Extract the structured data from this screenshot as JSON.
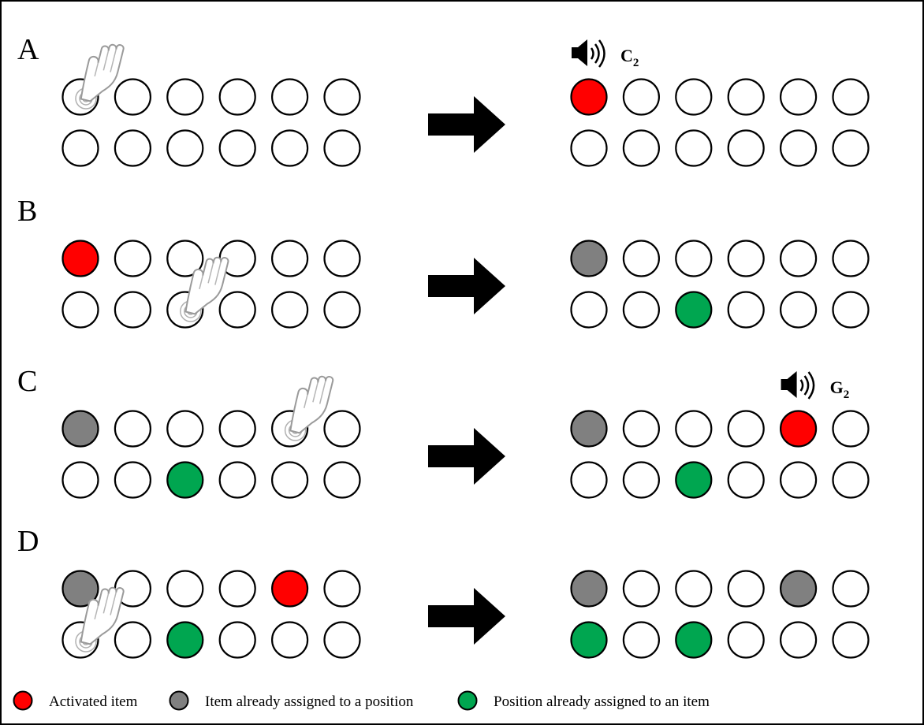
{
  "colors": {
    "activated": "#ff0000",
    "assigned_item": "#808080",
    "assigned_position": "#00a650",
    "empty": "#ffffff",
    "stroke": "#000000",
    "arrow": "#000000",
    "hand_outline": "#9a9a9a"
  },
  "icons": {
    "hand": "pointing-hand-icon",
    "speaker": "speaker-icon",
    "arrow": "right-arrow-icon"
  },
  "panels": [
    {
      "letter": "A",
      "before": [
        [
          "empty",
          "empty",
          "empty",
          "empty",
          "empty",
          "empty"
        ],
        [
          "empty",
          "empty",
          "empty",
          "empty",
          "empty",
          "empty"
        ]
      ],
      "after": [
        [
          "activated",
          "empty",
          "empty",
          "empty",
          "empty",
          "empty"
        ],
        [
          "empty",
          "empty",
          "empty",
          "empty",
          "empty",
          "empty"
        ]
      ],
      "touch": {
        "row": 0,
        "col": 0
      },
      "sound": {
        "note": "C",
        "octave": "2",
        "col": 0
      }
    },
    {
      "letter": "B",
      "before": [
        [
          "activated",
          "empty",
          "empty",
          "empty",
          "empty",
          "empty"
        ],
        [
          "empty",
          "empty",
          "empty",
          "empty",
          "empty",
          "empty"
        ]
      ],
      "after": [
        [
          "assigned_item",
          "empty",
          "empty",
          "empty",
          "empty",
          "empty"
        ],
        [
          "empty",
          "empty",
          "assigned_position",
          "empty",
          "empty",
          "empty"
        ]
      ],
      "touch": {
        "row": 1,
        "col": 2
      },
      "sound": null
    },
    {
      "letter": "C",
      "before": [
        [
          "assigned_item",
          "empty",
          "empty",
          "empty",
          "empty",
          "empty"
        ],
        [
          "empty",
          "empty",
          "assigned_position",
          "empty",
          "empty",
          "empty"
        ]
      ],
      "after": [
        [
          "assigned_item",
          "empty",
          "empty",
          "empty",
          "activated",
          "empty"
        ],
        [
          "empty",
          "empty",
          "assigned_position",
          "empty",
          "empty",
          "empty"
        ]
      ],
      "touch": {
        "row": 0,
        "col": 4
      },
      "sound": {
        "note": "G",
        "octave": "2",
        "col": 4
      }
    },
    {
      "letter": "D",
      "before": [
        [
          "assigned_item",
          "empty",
          "empty",
          "empty",
          "activated",
          "empty"
        ],
        [
          "empty",
          "empty",
          "assigned_position",
          "empty",
          "empty",
          "empty"
        ]
      ],
      "after": [
        [
          "assigned_item",
          "empty",
          "empty",
          "empty",
          "assigned_item",
          "empty"
        ],
        [
          "assigned_position",
          "empty",
          "assigned_position",
          "empty",
          "empty",
          "empty"
        ]
      ],
      "touch": {
        "row": 1,
        "col": 0
      },
      "sound": null
    }
  ],
  "legend": [
    {
      "state": "activated",
      "label": "Activated item"
    },
    {
      "state": "assigned_item",
      "label": "Item already assigned to a position"
    },
    {
      "state": "assigned_position",
      "label": "Position already assigned to an item"
    }
  ]
}
